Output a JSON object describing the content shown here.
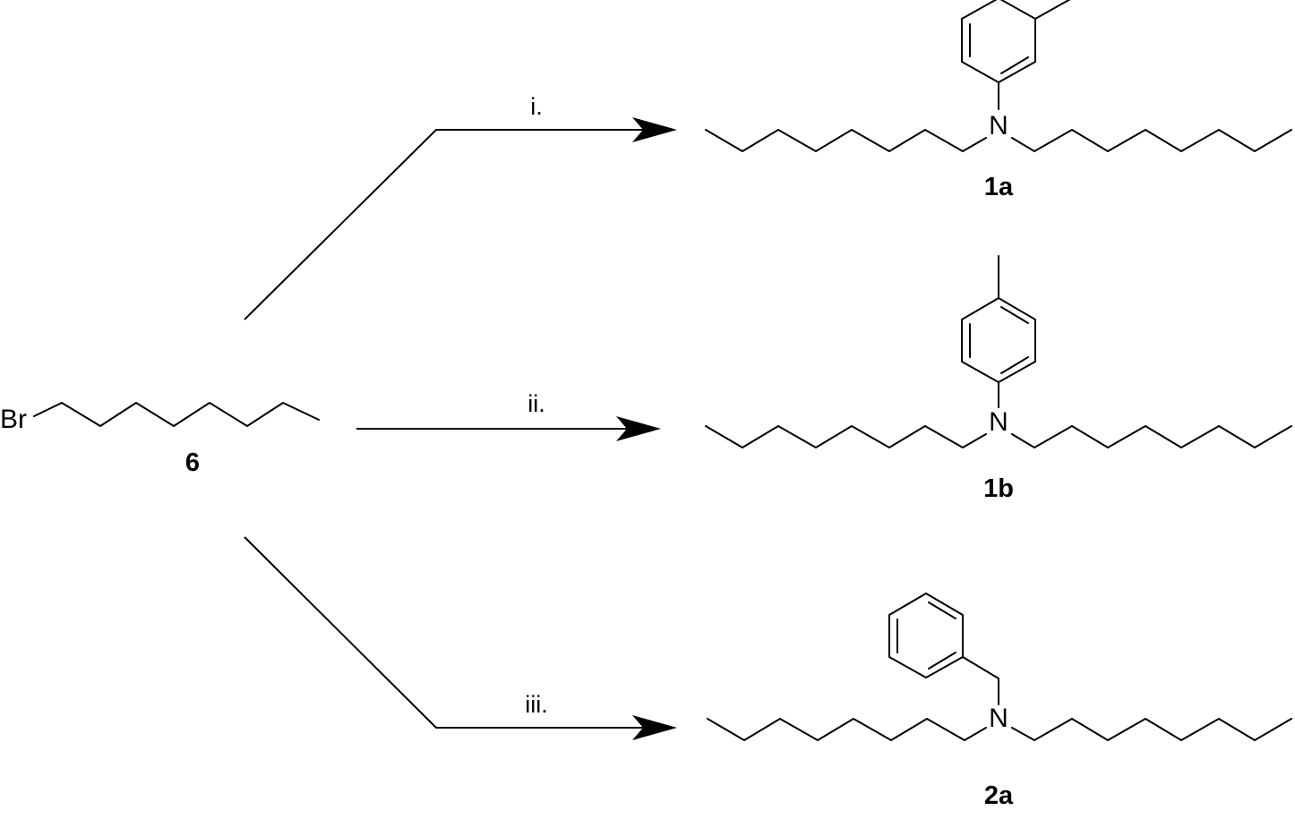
{
  "reactant": {
    "atom_label": "Br",
    "compound_label": "6"
  },
  "conditions": {
    "step1": "i.",
    "step2": "ii.",
    "step3": "iii."
  },
  "products": [
    {
      "compound_label": "1a",
      "atom_label": "N",
      "substituent": "m-tolyl"
    },
    {
      "compound_label": "1b",
      "atom_label": "N",
      "substituent": "p-tolyl"
    },
    {
      "compound_label": "2a",
      "atom_label": "N",
      "substituent": "benzyl"
    }
  ]
}
